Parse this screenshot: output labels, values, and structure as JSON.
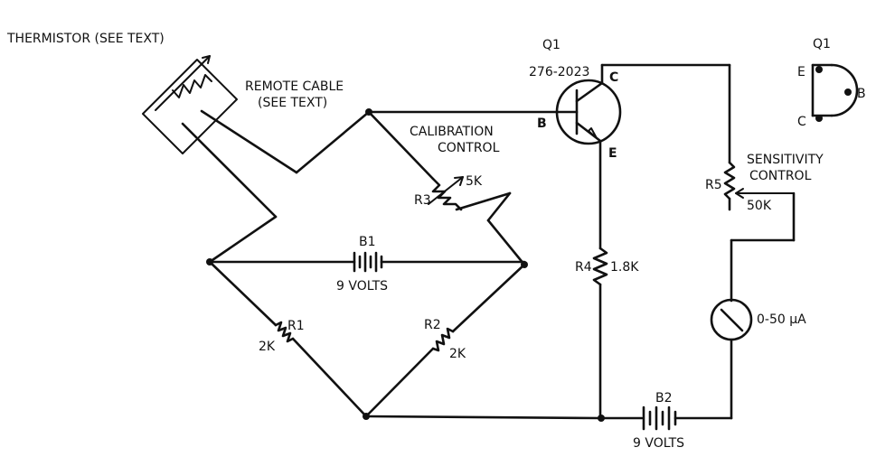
{
  "labels": {
    "thermistor": "THERMISTOR (SEE TEXT)",
    "remote_cable_1": "REMOTE CABLE",
    "remote_cable_2": "(SEE TEXT)",
    "calibration_1": "CALIBRATION",
    "calibration_2": "CONTROL",
    "r3": "R3",
    "r3_value": "5K",
    "b1": "B1",
    "b1_value": "9 VOLTS",
    "r1": "R1",
    "r1_value": "2K",
    "r2": "R2",
    "r2_value": "2K",
    "q1": "Q1",
    "q1_part": "276-2023",
    "base": "B",
    "collector": "C",
    "emitter": "E",
    "r4": "R4",
    "r4_value": "1.8K",
    "r5": "R5",
    "r5_value": "50K",
    "sensitivity_1": "SENSITIVITY",
    "sensitivity_2": "CONTROL",
    "meter": "0-50 μA",
    "b2": "B2",
    "b2_value": "9 VOLTS",
    "pinout_title": "Q1",
    "pinout_e": "E",
    "pinout_b": "B",
    "pinout_c": "C"
  }
}
